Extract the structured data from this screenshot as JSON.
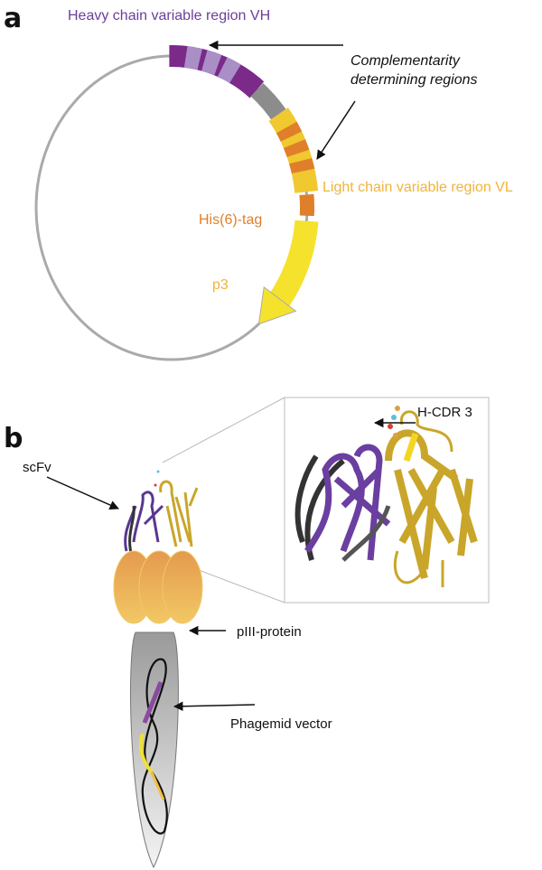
{
  "panel_a": {
    "letter": "a",
    "labels": {
      "vh": "Heavy chain variable region VH",
      "cdr": [
        "Complementarity",
        "determining regions"
      ],
      "vl": "Light chain variable region VL",
      "his": "His(6)-tag",
      "p3": "p3"
    }
  },
  "panel_b": {
    "letter": "b",
    "labels": {
      "scfv": "scFv",
      "hcdr3": "H-CDR 3",
      "piii": "pIII-protein",
      "phagemid": "Phagemid vector"
    }
  },
  "colors": {
    "purple": "#7b2a8a",
    "lilac": "#a98fc6",
    "gray": "#8c8c8c",
    "yellow_vl": "#f0c830",
    "orange_cdr": "#e07f2a",
    "yellow_p3": "#f5e22c",
    "vh_text": "#6a3f9a",
    "vl_text": "#f0b43a",
    "his_text": "#e07f2a",
    "p3_text": "#f0b43a"
  }
}
